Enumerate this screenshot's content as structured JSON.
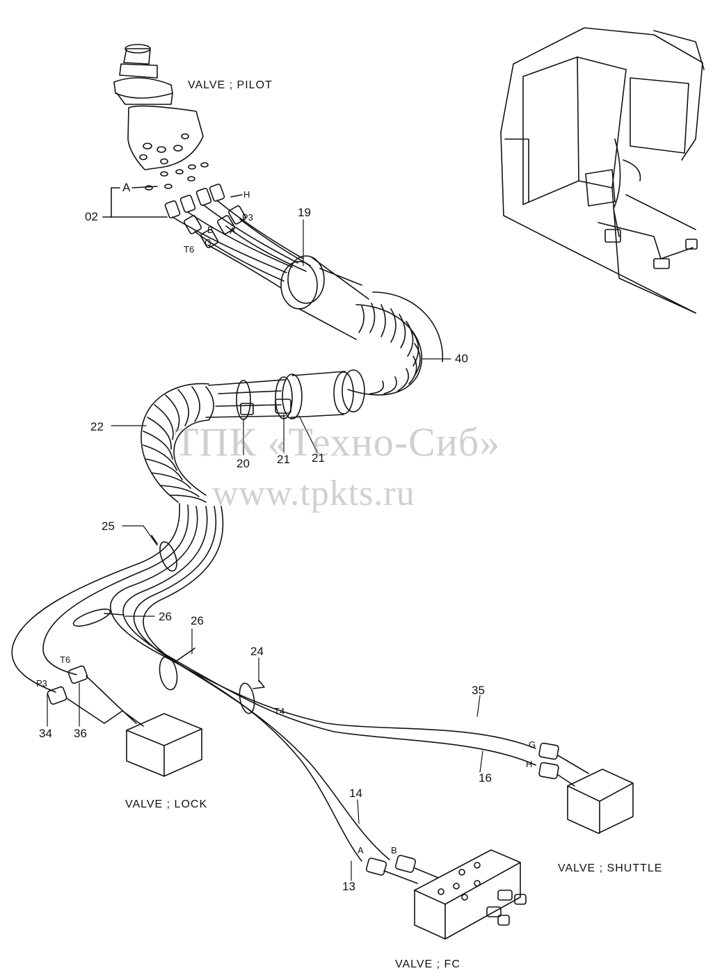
{
  "component_titles": {
    "valve_pilot": "VALVE ; PILOT",
    "valve_lock": "VALVE ; LOCK",
    "valve_shuttle": "VALVE ; SHUTTLE",
    "valve_fc": "VALVE ; FC"
  },
  "part_numbers": {
    "p02": "02",
    "p19": "19",
    "p40": "40",
    "p22": "22",
    "p20": "20",
    "p21a": "21",
    "p21b": "21",
    "p25": "25",
    "p26a": "26",
    "p26b": "26",
    "p24": "24",
    "p35": "35",
    "p16": "16",
    "p14": "14",
    "p13": "13",
    "p34": "34",
    "p36": "36"
  },
  "port_labels": {
    "a_top": "A",
    "h_top": "H",
    "p3_top": "P3",
    "b_top": "B",
    "a_mid": "A",
    "t6_top": "T6",
    "g_top": "G",
    "t6_left": "T6",
    "p3_left": "P3",
    "t4": "T4",
    "g_shuttle": "G",
    "h_shuttle": "H",
    "a_fc": "A",
    "b_fc": "B"
  },
  "watermark": {
    "company": "ТПК «Техно-Сиб»",
    "url": "www.tpkts.ru"
  }
}
